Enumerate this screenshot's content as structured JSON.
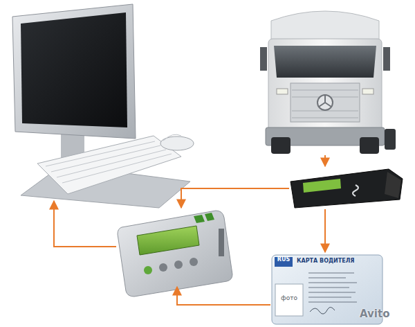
{
  "diagram": {
    "nodes": [
      {
        "text": [
          "RUS",
          "КАРТА ВОДИТЕЛЯ",
          "фото"
        ]
      }
    ],
    "labels": [
      "Avito"
    ]
  }
}
